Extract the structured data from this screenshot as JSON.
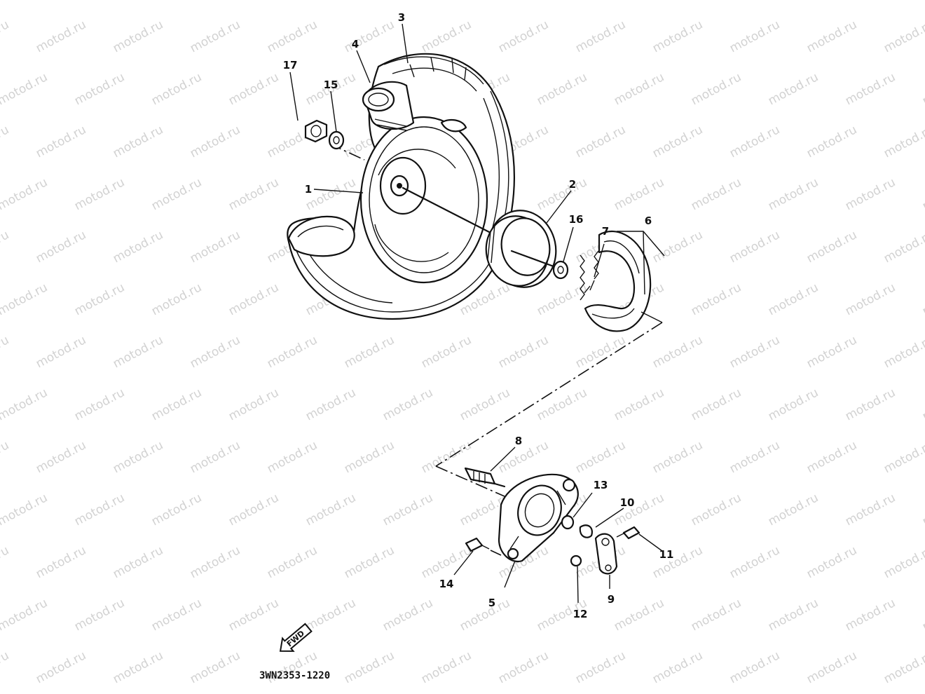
{
  "watermark": "motod.ru",
  "callouts": [
    "1",
    "2",
    "3",
    "4",
    "5",
    "6",
    "7",
    "8",
    "9",
    "10",
    "11",
    "12",
    "13",
    "14",
    "15",
    "16",
    "17"
  ],
  "diagram_code": "3WN2353-1220",
  "fwd_label": "FWD"
}
